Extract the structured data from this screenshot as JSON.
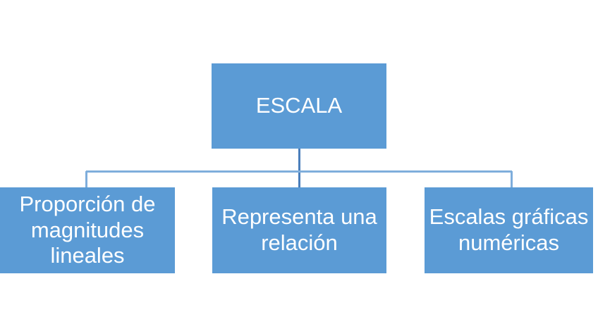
{
  "diagram": {
    "type": "hierarchy",
    "title": "ESCALA",
    "root": {
      "id": "root",
      "label": "ESCALA"
    },
    "children": [
      {
        "id": "child-0",
        "label": "Proporción de magnitudes lineales",
        "note": "text overflows box, clipped at top and bottom"
      },
      {
        "id": "child-1",
        "label": "Representa una relación"
      },
      {
        "id": "child-2",
        "label": "Escalas gráficas numéricas"
      }
    ],
    "colors": {
      "box_fill": "#5b9bd5",
      "text": "#ffffff",
      "stem_line": "#4a7ebb",
      "branch_line": "#7faedc",
      "background": "#ffffff"
    }
  }
}
